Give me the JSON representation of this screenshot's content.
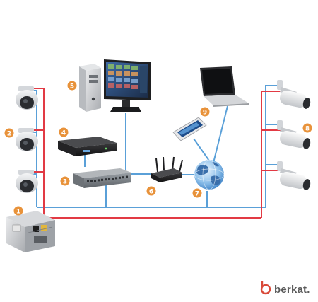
{
  "badges": [
    "1",
    "2",
    "3",
    "4",
    "5",
    "6",
    "7",
    "8",
    "9"
  ],
  "watermark": "berkat.",
  "colors": {
    "power_line": "#e23a44",
    "data_line": "#5aa0d8",
    "badge": "#e8923a",
    "brand_accent": "#d94a3a"
  },
  "icons": {
    "cameras_left": "dome-camera",
    "cameras_right": "bullet-camera",
    "power": "power-supply-box",
    "recorder": "nvr-recorder",
    "switch": "network-switch",
    "pc": "computer-workstation",
    "router": "wifi-router",
    "globe": "internet-globe",
    "phone": "smartphone",
    "laptop": "laptop"
  }
}
